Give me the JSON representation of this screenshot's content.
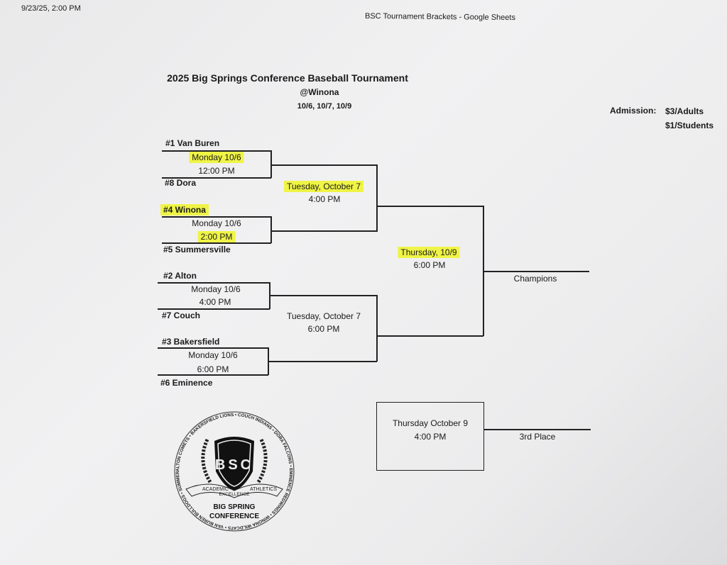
{
  "print_header": {
    "timestamp": "9/23/25, 2:00 PM",
    "doc_title": "BSC Tournament Brackets - Google Sheets"
  },
  "title": "2025 Big Springs Conference Baseball Tournament",
  "location": "@Winona",
  "dates": "10/6, 10/7, 10/9",
  "admission": {
    "label": "Admission:",
    "adults": "$3/Adults",
    "students": "$1/Students"
  },
  "round1": [
    {
      "top": "#1 Van Buren",
      "day": "Monday 10/6",
      "time": "12:00 PM",
      "bottom": "#8 Dora"
    },
    {
      "top": "#4 Winona",
      "day": "Monday 10/6",
      "time": "2:00 PM",
      "bottom": "#5 Summersville"
    },
    {
      "top": "#2 Alton",
      "day": "Monday 10/6",
      "time": "4:00 PM",
      "bottom": "#7 Couch"
    },
    {
      "top": "#3 Bakersfield",
      "day": "Monday 10/6",
      "time": "6:00 PM",
      "bottom": "#6 Eminence"
    }
  ],
  "semis": [
    {
      "day": "Tuesday, October 7",
      "time": "4:00 PM"
    },
    {
      "day": "Tuesday, October 7",
      "time": "6:00 PM"
    }
  ],
  "final": {
    "day": "Thursday, 10/9",
    "time": "6:00 PM",
    "result_label": "Champions"
  },
  "third_place": {
    "day": "Thursday October 9",
    "time": "4:00 PM",
    "result_label": "3rd Place"
  },
  "logo": {
    "initials": "BSC",
    "name_line1": "BIG SPRING",
    "name_line2": "CONFERENCE",
    "banner_left": "ACADEMIC",
    "banner_center": "EXCELLENCE",
    "banner_right": "ATHLETICS",
    "ring": "ALTON COMETS • BAKERSFIELD LIONS • COUCH INDIANS • DORA FALCONS • EMINENCE REDWINGS • WINONA WILDCATS • VAN BUREN BULLDOGS • SUMMERSVILLE WILDCATS • KOSHKONONG BLUE JAYS •"
  },
  "highlight_color": "#eef528"
}
